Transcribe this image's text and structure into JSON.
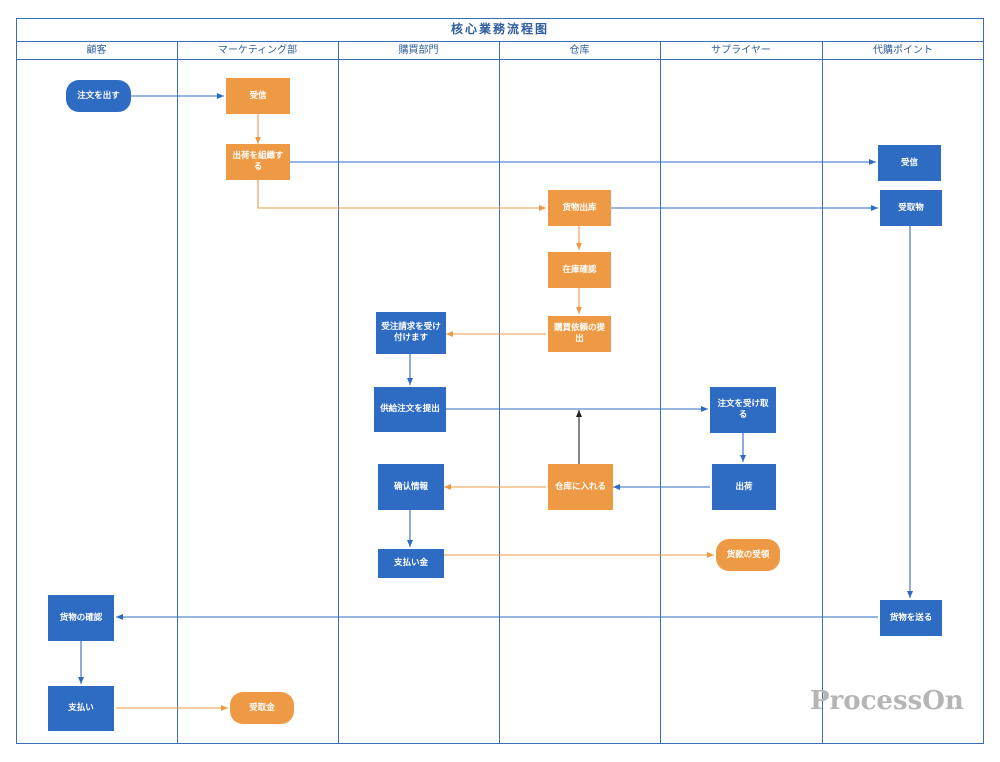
{
  "title": "核心業務流程图",
  "lanes": [
    {
      "label": "顧客"
    },
    {
      "label": "マーケティング部"
    },
    {
      "label": "購買部門"
    },
    {
      "label": "仓库"
    },
    {
      "label": "サプライヤー"
    },
    {
      "label": "代購ポイント"
    }
  ],
  "nodes": {
    "place_order": "注文を出す",
    "mkt_receive": "受信",
    "organize_shipment": "出荷を組織する",
    "agent_receive": "受信",
    "goods_out": "货物出库",
    "agent_pickup": "受取物",
    "stock_check": "在庫確認",
    "purchase_request": "購買依頼の提出",
    "accept_order_request": "受注請求を受け付けます",
    "submit_supply_order": "供給注文を提出",
    "receive_order": "注文を受け取る",
    "confirm_info": "确认情報",
    "warehouse_in": "仓库に入れる",
    "supplier_ship": "出荷",
    "payment": "支払い金",
    "receive_payment": "货款の受領",
    "confirm_goods": "货物の確認",
    "send_goods": "货物を送る",
    "customer_pay": "支払い",
    "receive_money": "受取金"
  },
  "colors": {
    "border": "#3a6fb5",
    "process_blue": "#2e6bc2",
    "process_orange": "#ee9a45",
    "arrow_blue": "#2e6bc2",
    "arrow_orange": "#ee9a45",
    "arrow_black": "#222222"
  },
  "watermark": "ProcessOn"
}
